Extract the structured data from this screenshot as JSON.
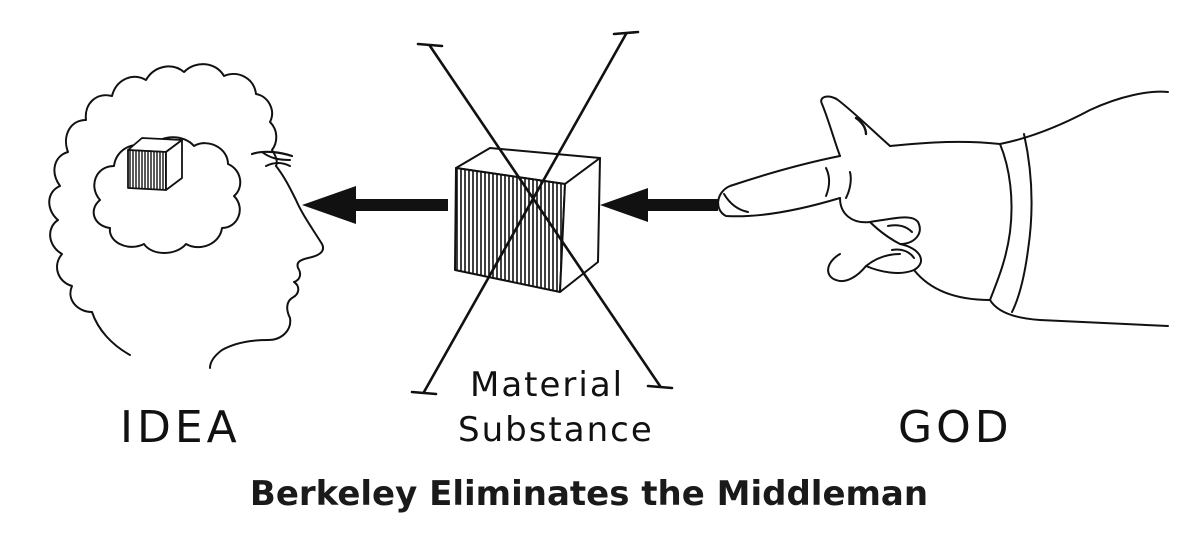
{
  "labels": {
    "idea": "IDEA",
    "god": "GOD",
    "material_line1": "Material",
    "material_line2": "Substance"
  },
  "caption": "Berkeley Eliminates the Middleman",
  "colors": {
    "ink": "#111111",
    "background": "#ffffff"
  }
}
